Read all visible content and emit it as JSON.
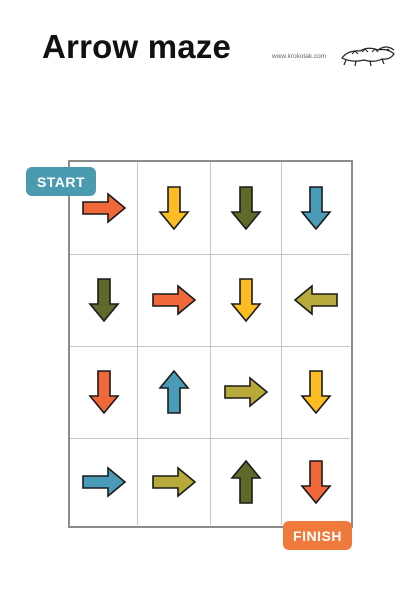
{
  "header": {
    "title": "Arrow maze",
    "site": "www.krokotak.com"
  },
  "labels": {
    "start": "START",
    "finish": "FINISH",
    "start_color": "#4a9bb0",
    "finish_color": "#f07a3c"
  },
  "colors": {
    "orange": "#f0673a",
    "yellow": "#fcbd22",
    "olive": "#5e6a2a",
    "blue": "#4a9bb8",
    "khaki": "#b8aa3a",
    "outline": "#1a1a1a"
  },
  "maze": {
    "rows": 4,
    "cols": 4,
    "cells": [
      [
        {
          "dir": "right",
          "color": "orange"
        },
        {
          "dir": "down",
          "color": "yellow"
        },
        {
          "dir": "down",
          "color": "olive"
        },
        {
          "dir": "down",
          "color": "blue"
        }
      ],
      [
        {
          "dir": "down",
          "color": "olive"
        },
        {
          "dir": "right",
          "color": "orange"
        },
        {
          "dir": "down",
          "color": "yellow"
        },
        {
          "dir": "left",
          "color": "khaki"
        }
      ],
      [
        {
          "dir": "down",
          "color": "orange"
        },
        {
          "dir": "up",
          "color": "blue"
        },
        {
          "dir": "right",
          "color": "khaki"
        },
        {
          "dir": "down",
          "color": "yellow"
        }
      ],
      [
        {
          "dir": "right",
          "color": "blue"
        },
        {
          "dir": "right",
          "color": "khaki"
        },
        {
          "dir": "up",
          "color": "olive"
        },
        {
          "dir": "down",
          "color": "orange"
        }
      ]
    ]
  }
}
